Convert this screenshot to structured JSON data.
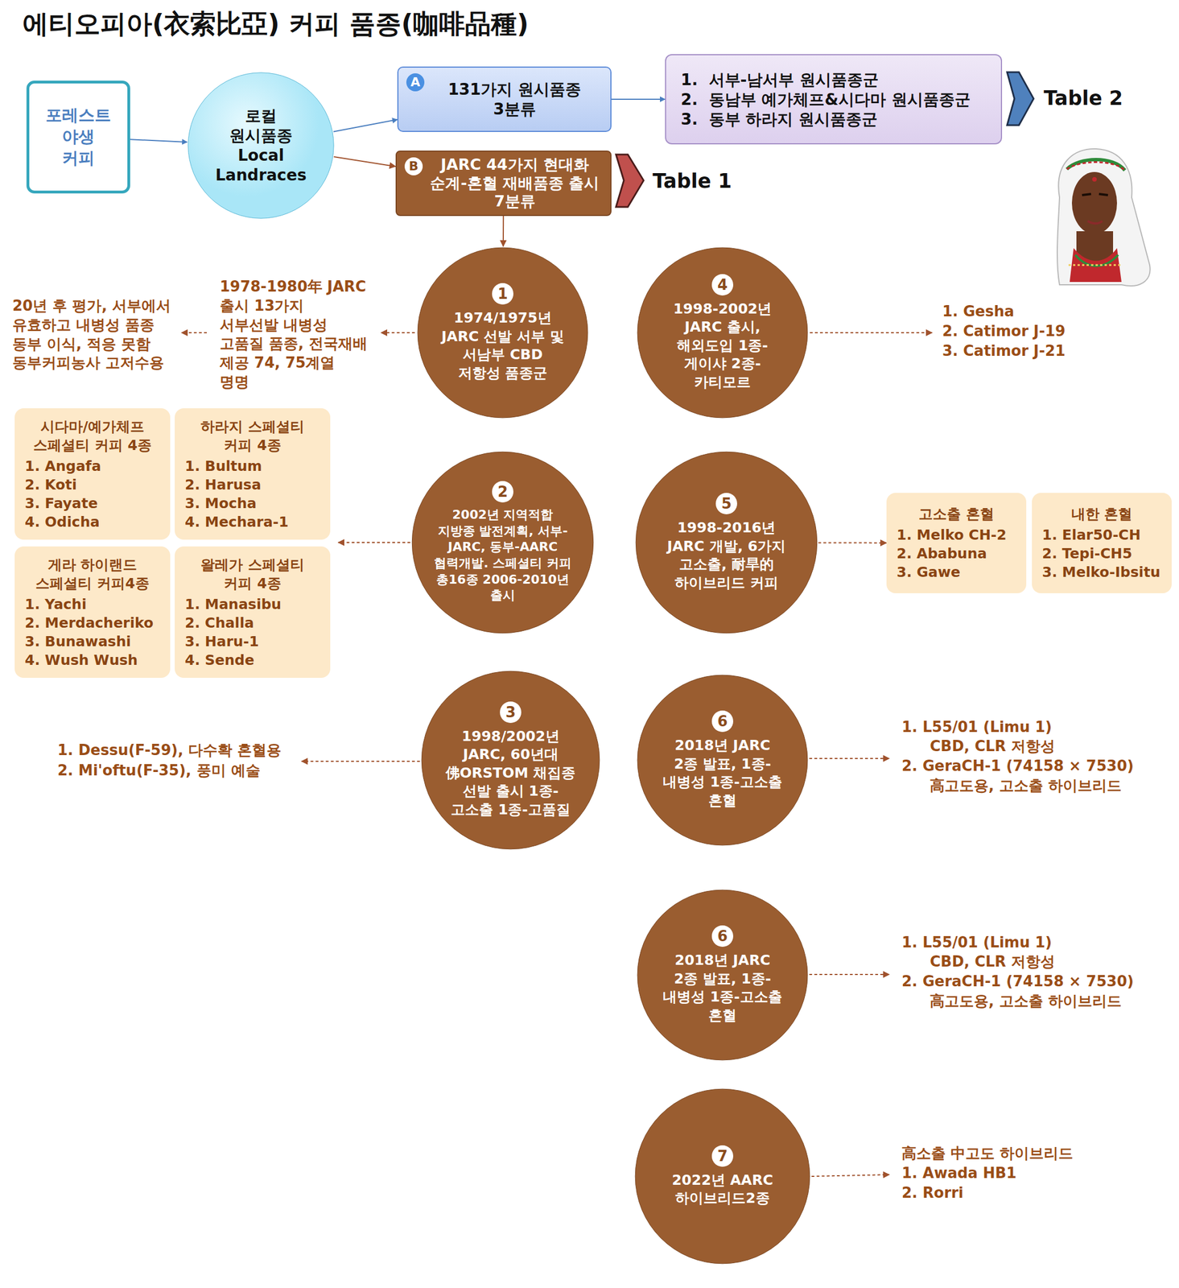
{
  "diagram": {
    "title": "에티오피아(衣索比亞) 커피 품종(咖啡品種)",
    "nodes": [
      {
        "text": [
          "포레스트 야생 커피"
        ]
      },
      {
        "text": [
          "로컬 원시품종 Local Landraces"
        ]
      },
      {
        "text": [
          "A",
          "131가지 원시품종 3분류"
        ]
      },
      {
        "text": [
          "1.  서부-남서부 원시품종군",
          "2.  동남부 예가체프&시다마 원시품종군",
          "3.  동부 하라지 원시품종군"
        ]
      },
      {
        "text": [
          "B",
          "JARC 44가지 현대화 순계-혼혈 재배품종 출시 7분류"
        ]
      },
      {
        "text": [
          "1",
          "1974/1975년 JARC 선발 서부 및 서남부 CBD 저항성 품종군"
        ]
      },
      {
        "text": [
          "4",
          "1998-2002년 JARC 출시, 해외도입 1종-게이샤 2종-카티모르"
        ]
      },
      {
        "text": [
          "2",
          "2002년 지역적합 지방종 발전계획, 서부-JARC, 동부-AARC 협력개발. 스페셜티 커피 총16종 2006-2010년 출시"
        ]
      },
      {
        "text": [
          "5",
          "1998-2016년 JARC 개발, 6가지 고소출, 耐旱的 하이브리드 커피"
        ]
      },
      {
        "text": [
          "3",
          "1998/2002년 JARC, 60년대 佛ORSTOM 채집종 선발 출시 1종-고소출 1종-고품질"
        ]
      },
      {
        "text": [
          "6",
          "2018년 JARC 2종 발표, 1종-내병성 1종-고소출 혼혈"
        ]
      },
      {
        "text": [
          "6",
          "2018년 JARC 2종 발표, 1종-내병성 1종-고소출 혼혈"
        ]
      },
      {
        "text": [
          "7",
          "2022년 AARC 하이브리드2종"
        ]
      },
      {
        "text": [
          "시다마/예가체프 스페셜티 커피 4종",
          "1. Angafa",
          "2. Koti",
          "3. Fayate",
          "4. Odicha"
        ]
      },
      {
        "text": [
          "하라지 스페셜티 커피 4종",
          "1. Bultum",
          "2. Harusa",
          "3. Mocha",
          "4. Mechara-1"
        ]
      },
      {
        "text": [
          "게라 하이랜드 스페셜티 커피4종",
          "1. Yachi",
          "2. Merdacheriko",
          "3. Bunawashi",
          "4. Wush Wush"
        ]
      },
      {
        "text": [
          "왈레가 스페셜티 커피 4종",
          "1. Manasibu",
          "2. Challa",
          "3. Haru-1",
          "4. Sende"
        ]
      },
      {
        "text": [
          "고소출 혼혈",
          "1. Melko CH-2",
          "2. Ababuna",
          "3. Gawe"
        ]
      },
      {
        "text": [
          "내한 혼혈",
          "1. Elar50-CH",
          "2. Tepi-CH5",
          "3. Melko-Ibsitu"
        ]
      }
    ],
    "edges": [
      {
        "from": 0,
        "to": 1,
        "arrow": "to"
      },
      {
        "from": 1,
        "to": 2,
        "arrow": "to"
      },
      {
        "from": 1,
        "to": 4,
        "arrow": "to"
      },
      {
        "from": 2,
        "to": 3,
        "arrow": "to"
      },
      {
        "from": 4,
        "to": 5,
        "arrow": "to"
      },
      {
        "from": 8,
        "to": 17,
        "arrow": "to"
      }
    ],
    "labels": [
      "Table 2",
      "Table 1",
      "1978-1980年 JARC 출시 13가지 서부선발 내병성 고품질 품종, 전국재배 제공 74, 75계열 명명",
      "20년 후 평가, 서부에서 유효하고 내병성 품종 동부 이식, 적응 못함 동부커피농사 고저수용",
      "1. Gesha",
      "2. Catimor J-19",
      "3. Catimor J-21",
      "1. Dessu(F-59), 다수확 혼혈용",
      "2. Mi'oftu(F-35), 풍미 예술",
      "1. L55/01 (Limu 1)",
      "CBD, CLR 저항성",
      "2. GeraCH-1 (74158 × 7530)",
      "高고도용, 고소출 하이브리드",
      "1. L55/01 (Limu 1)",
      "CBD, CLR 저항성",
      "2. GeraCH-1 (74158 × 7530)",
      "高고도용, 고소출 하이브리드",
      "高소출 中고도 하이브리드",
      "1.  Awada HB1",
      "2.  Rorri"
    ]
  }
}
